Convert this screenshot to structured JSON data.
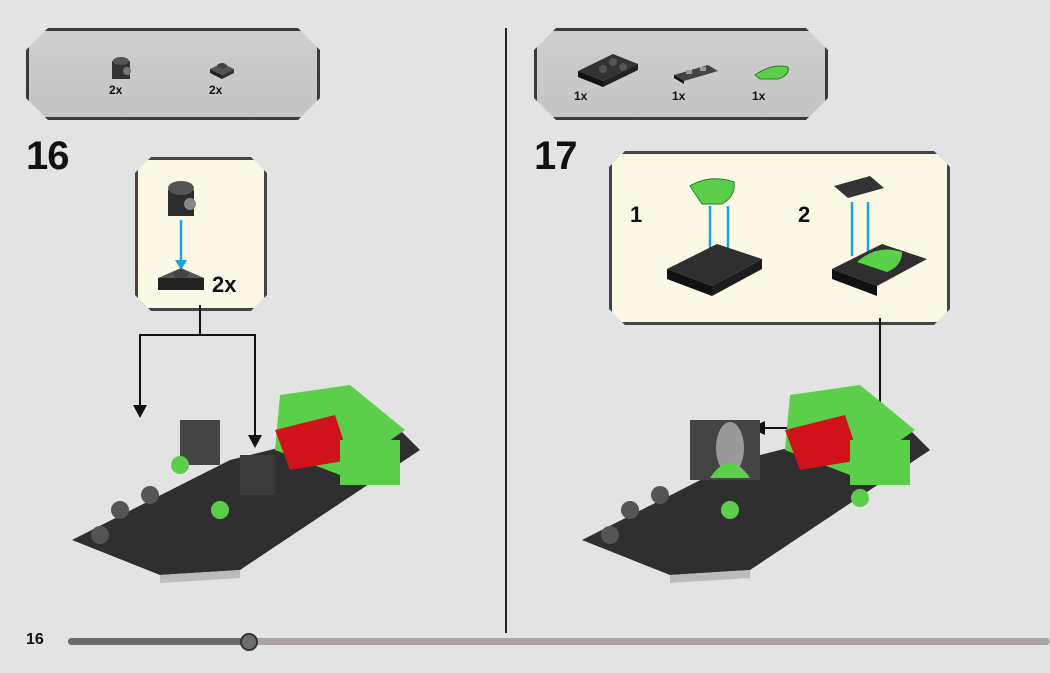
{
  "steps": [
    {
      "number": "16",
      "parts": [
        {
          "name": "brick-1x1-round-side",
          "qty": "2x"
        },
        {
          "name": "plate-1x1",
          "qty": "2x"
        }
      ],
      "callout_qty": "2x"
    },
    {
      "number": "17",
      "parts": [
        {
          "name": "plate-2x3-round",
          "qty": "1x"
        },
        {
          "name": "tile-1x2-grille",
          "qty": "1x"
        },
        {
          "name": "tile-half-round-green",
          "qty": "1x"
        }
      ],
      "substeps": [
        "1",
        "2"
      ]
    }
  ],
  "footer": {
    "page_number": "16",
    "progress_percent": 18.4
  },
  "colors": {
    "accent_green": "#5ccf4a",
    "red": "#d0131b",
    "dark": "#2c2c2c"
  }
}
